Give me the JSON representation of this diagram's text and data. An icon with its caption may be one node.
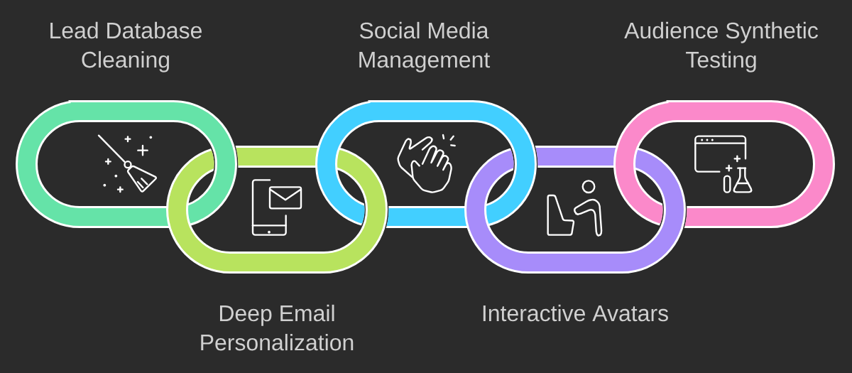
{
  "diagram": {
    "nodes": [
      {
        "text": [
          "Lead Database Cleaning"
        ]
      },
      {
        "text": [
          "Deep Email Personalization"
        ]
      },
      {
        "text": [
          "Social Media Management"
        ]
      },
      {
        "text": [
          "Interactive Avatars"
        ]
      },
      {
        "text": [
          "Audience Synthetic Testing"
        ]
      }
    ]
  }
}
